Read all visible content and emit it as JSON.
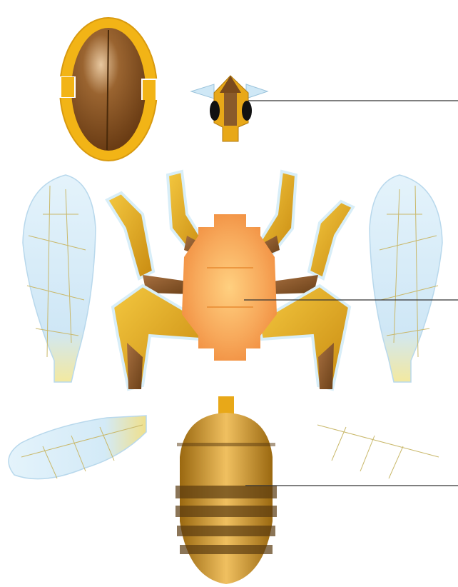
{
  "diagram": {
    "description_labels": [],
    "parts": [
      {
        "id": "wing-case"
      },
      {
        "id": "head"
      },
      {
        "id": "thorax"
      },
      {
        "id": "abdomen"
      },
      {
        "id": "forewing-left"
      },
      {
        "id": "forewing-right"
      },
      {
        "id": "hindwing-left"
      },
      {
        "id": "hindwing-right"
      },
      {
        "id": "leg-front-left"
      },
      {
        "id": "leg-front-right"
      },
      {
        "id": "leg-mid-left"
      },
      {
        "id": "leg-mid-right"
      },
      {
        "id": "leg-hind-left"
      },
      {
        "id": "leg-hind-right"
      }
    ],
    "leader_lines": [
      {
        "target": "head"
      },
      {
        "target": "thorax"
      },
      {
        "target": "abdomen"
      }
    ],
    "colors": {
      "wing_fill": "#d6ecf8",
      "wing_vein": "#c9b86a",
      "leg_yellow": "#e8b21a",
      "leg_brown": "#8a5a2a",
      "thorax_orange": "#f5a050",
      "abdomen_gold": "#c8901a",
      "abdomen_dark": "#5a3a10",
      "shell_brown": "#7a4a1c",
      "rim_yellow": "#f2b416",
      "line": "#333333"
    }
  }
}
